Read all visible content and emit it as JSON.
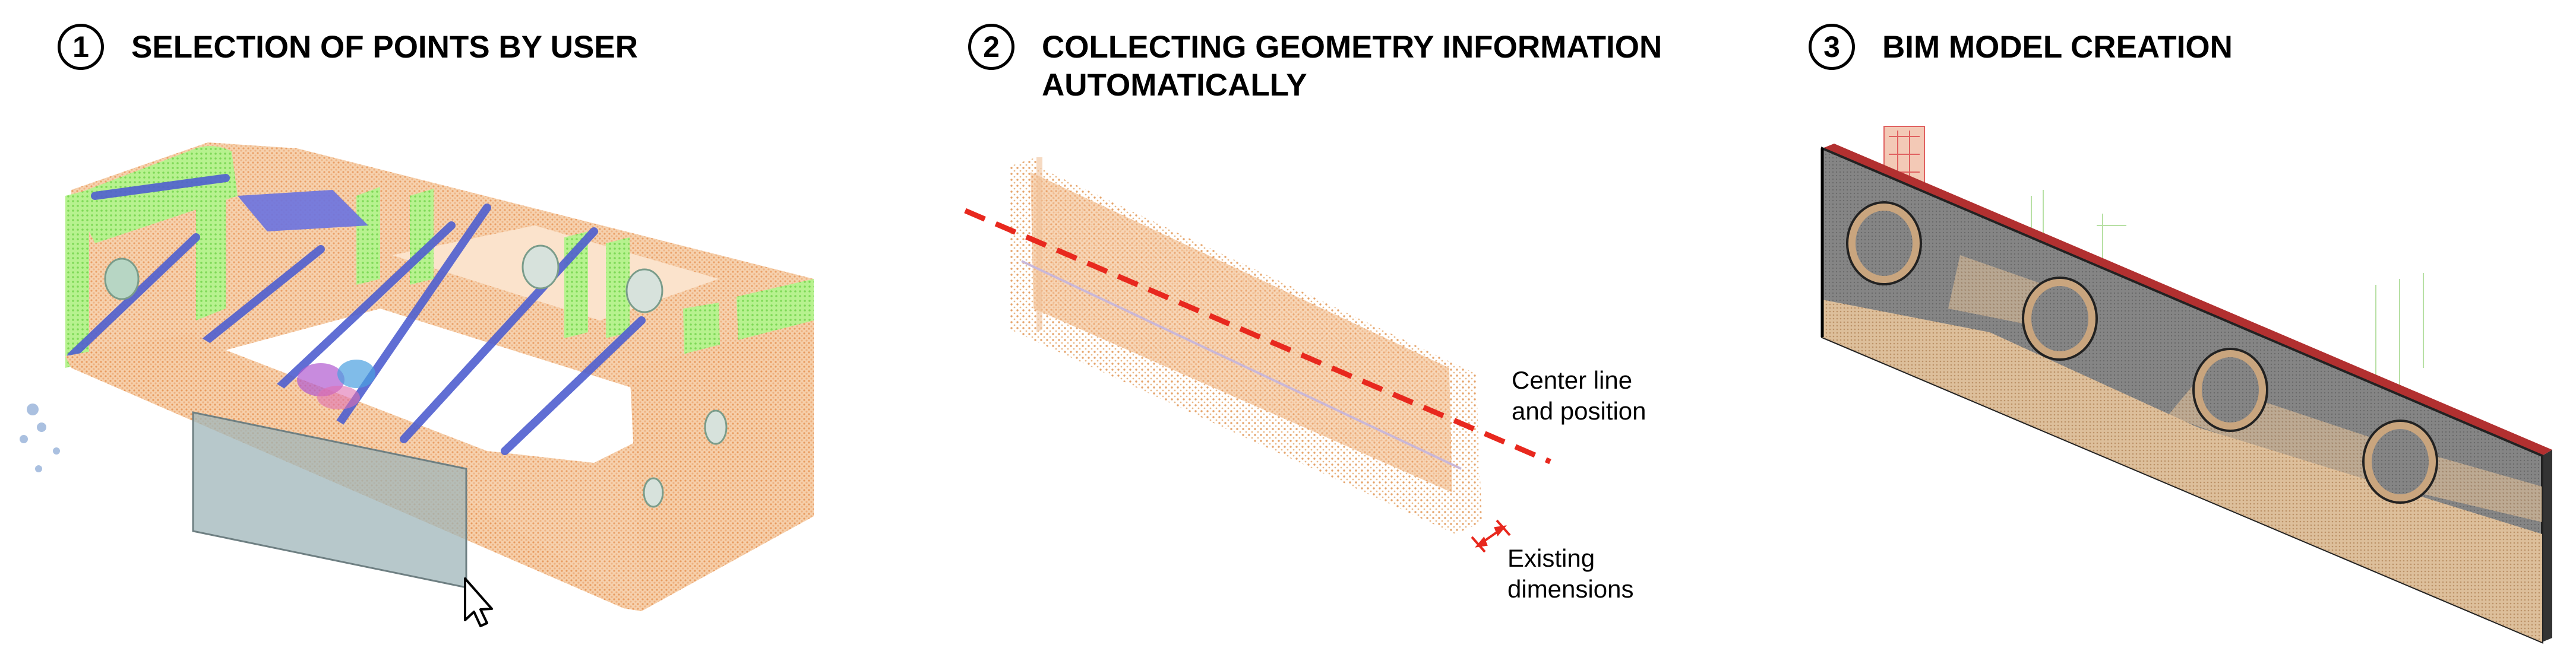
{
  "steps": [
    {
      "number": "1",
      "title": "SELECTION OF POINTS BY USER"
    },
    {
      "number": "2",
      "title": "COLLECTING GEOMETRY INFORMATION AUTOMATICALLY"
    },
    {
      "number": "3",
      "title": "BIM MODEL CREATION"
    }
  ],
  "annotations": {
    "center_line": "Center line and position",
    "dimensions": "Existing dimensions"
  },
  "colors": {
    "point_cloud_orange": "#f2b98a",
    "point_cloud_green": "#a6f07a",
    "point_cloud_blue": "#5b6ad8",
    "selection_fill": "#9fb6b9",
    "center_line_red": "#e8281e",
    "wall_gray": "#7c7c7c",
    "wall_tan": "#d9b48c",
    "wall_edge_red": "#c23a3a"
  },
  "icons": [
    "mouse-cursor-icon",
    "dimension-arrow-icon"
  ]
}
